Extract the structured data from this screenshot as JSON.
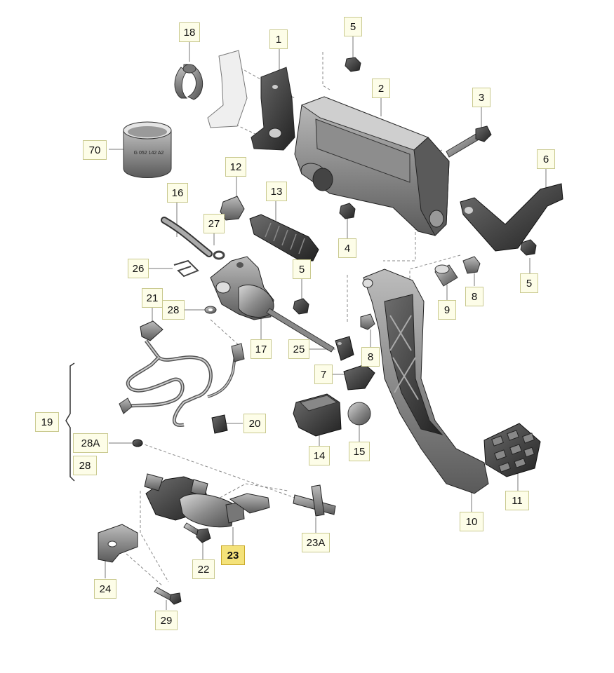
{
  "part_labels": {
    "p1": "1",
    "p2": "2",
    "p3": "3",
    "p4": "4",
    "p5a": "5",
    "p5b": "5",
    "p5c": "5",
    "p6": "6",
    "p7": "7",
    "p8a": "8",
    "p8b": "8",
    "p9": "9",
    "p10": "10",
    "p11": "11",
    "p12": "12",
    "p13": "13",
    "p14": "14",
    "p15": "15",
    "p16": "16",
    "p17": "17",
    "p18": "18",
    "p19": "19",
    "p20": "20",
    "p21": "21",
    "p22": "22",
    "p23": "23",
    "p23a": "23A",
    "p24": "24",
    "p25": "25",
    "p26": "26",
    "p27": "27",
    "p28a": "28",
    "p28b": "28",
    "p28A": "28A",
    "p29": "29",
    "p70": "70"
  },
  "sleeve_marking": "G 052 142 A2",
  "highlighted_part": "23",
  "colors": {
    "label_bg": "#fdfde8",
    "label_border": "#c9c98f",
    "highlight_bg": "#f4e27a",
    "part_fill": "#8a8a8a",
    "part_dark": "#4a4a4a"
  }
}
